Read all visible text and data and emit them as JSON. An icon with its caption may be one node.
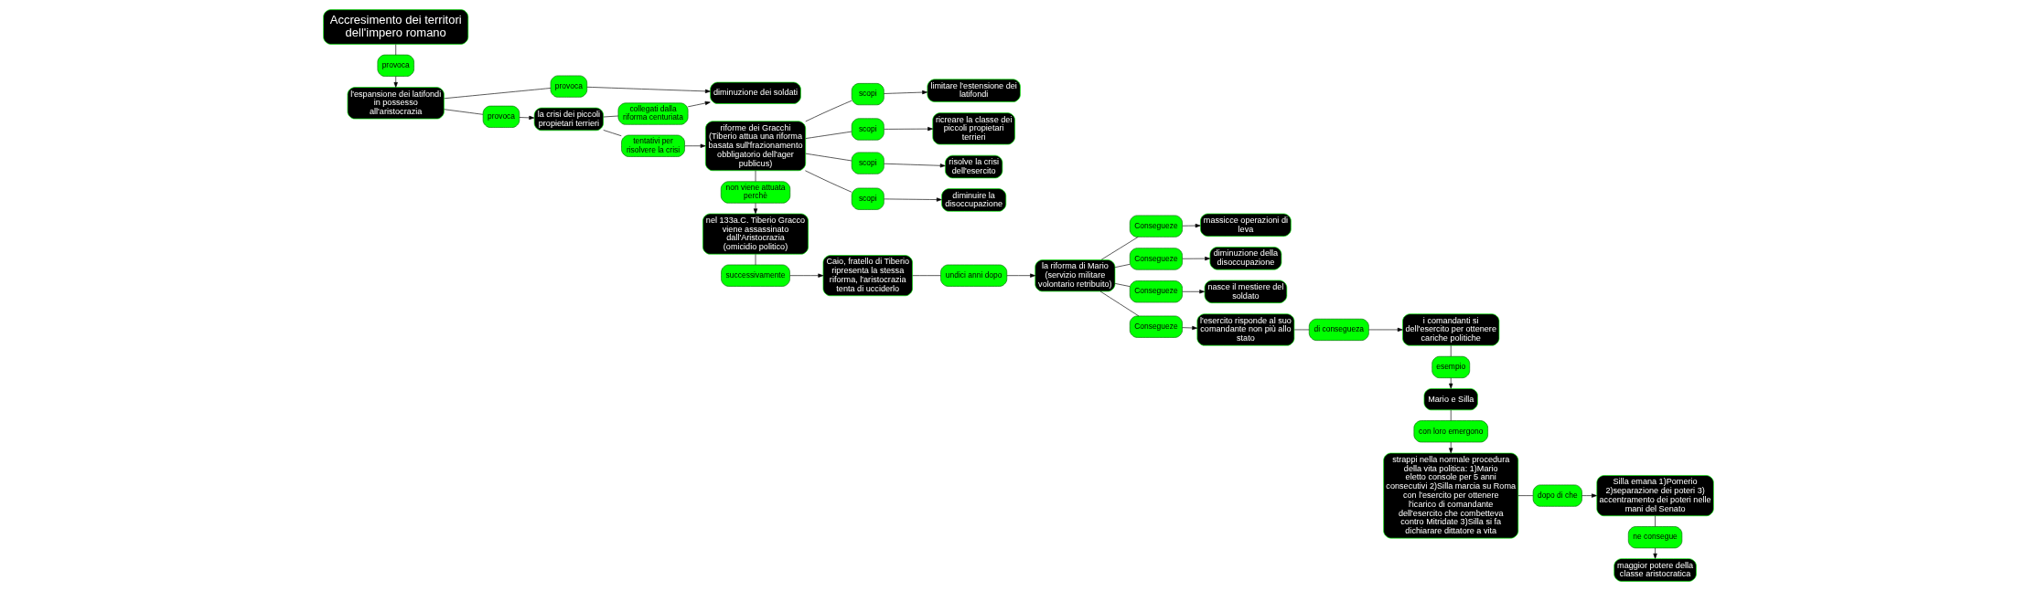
{
  "diagram": {
    "nodes": [
      {
        "text": [
          "Accresimento dei territori dell'impero romano"
        ]
      },
      {
        "text": [
          "provoca"
        ]
      },
      {
        "text": [
          "provoca"
        ]
      },
      {
        "text": [
          "diminuzione dei soldati"
        ]
      },
      {
        "text": [
          "l'espansione dei latifondi in possesso all'aristocrazia"
        ]
      },
      {
        "text": [
          "collegati dalla riforma centuriata"
        ]
      },
      {
        "text": [
          "provoca"
        ]
      },
      {
        "text": [
          "la crisi dei piccoli propietari terrieri"
        ]
      },
      {
        "text": [
          "tentativi per risolvere la crisi"
        ]
      },
      {
        "text": [
          "successivamente"
        ]
      },
      {
        "text": [
          "Caio, fratello di Tiberio ripresenta la stessa riforma, l'aristocrazia tenta di ucciderlo"
        ]
      },
      {
        "text": [
          "undici anni dopo"
        ]
      },
      {
        "text": [
          "la riforma di Mario (servizio militare volontario retribuito)"
        ]
      },
      {
        "text": [
          "nel 133a.C. Tiberio Gracco viene assassinato dall'Aristocrazia (omicidio politico)"
        ]
      },
      {
        "text": [
          "non viene attuata perchè"
        ]
      },
      {
        "text": [
          "riforme dei Gracchi (Tiberio attua una riforma basata sull'frazionamento obbligatorio dell'ager publicus)"
        ]
      },
      {
        "text": [
          "scopi"
        ]
      },
      {
        "text": [
          "limitare l'estensione dei latifondi"
        ]
      },
      {
        "text": [
          "scopi"
        ]
      },
      {
        "text": [
          "ricreare la classe dei piccoli propietari terrieri"
        ]
      },
      {
        "text": [
          "scopi"
        ]
      },
      {
        "text": [
          "risolve la crisi dell'esercito"
        ]
      },
      {
        "text": [
          "scopi"
        ]
      },
      {
        "text": [
          "diminuire la disoccupazione"
        ]
      },
      {
        "text": [
          "Consegueze"
        ]
      },
      {
        "text": [
          "massicce operazioni di leva"
        ]
      },
      {
        "text": [
          "Consegueze"
        ]
      },
      {
        "text": [
          "diminuzione della disoccupazione"
        ]
      },
      {
        "text": [
          "Consegueze"
        ]
      },
      {
        "text": [
          "nasce il mestiere del soldato"
        ]
      },
      {
        "text": [
          "Consegueze"
        ]
      },
      {
        "text": [
          "l'esercito risponde al suo comandante non più allo stato"
        ]
      },
      {
        "text": [
          "di consegueza"
        ]
      },
      {
        "text": [
          "i comandanti si dell'esercito per ottenere cariche politiche"
        ]
      },
      {
        "text": [
          "esempio"
        ]
      },
      {
        "text": [
          "Mario e Silla"
        ]
      },
      {
        "text": [
          "con loro emergono"
        ]
      },
      {
        "text": [
          "strappi nella normale procedura della vita politica: 1)Mario eletto console per 5 anni consecutivi 2)Silla marcia su Roma con l'esercito per ottenere l'icarico di comandante dell'esercito che combetteva contro Mitridate 3)Silla si fa dichiarare dittatore a vita"
        ]
      },
      {
        "text": [
          "dopo di che"
        ]
      },
      {
        "text": [
          "Silla emana 1)Pomerio 2)separazione dei poteri 3) accentramento dei poteri nelle mani del Senato"
        ]
      },
      {
        "text": [
          "ne consegue"
        ]
      },
      {
        "text": [
          "maggior potere della classe aristocratica"
        ]
      }
    ],
    "edges": [
      {
        "from": 0,
        "to": 1,
        "arrow": "none"
      },
      {
        "from": 1,
        "to": 4,
        "arrow": "to"
      },
      {
        "from": 4,
        "to": 2,
        "arrow": "none"
      },
      {
        "from": 2,
        "to": 3,
        "arrow": "to"
      },
      {
        "from": 4,
        "to": 6,
        "arrow": "none"
      },
      {
        "from": 6,
        "to": 7,
        "arrow": "to"
      },
      {
        "from": 7,
        "to": 5,
        "arrow": "none"
      },
      {
        "from": 5,
        "to": 3,
        "arrow": "to"
      },
      {
        "from": 7,
        "to": 8,
        "arrow": "none"
      },
      {
        "from": 8,
        "to": 15,
        "arrow": "to"
      },
      {
        "from": 15,
        "to": 14,
        "arrow": "none"
      },
      {
        "from": 14,
        "to": 13,
        "arrow": "to"
      },
      {
        "from": 13,
        "to": 9,
        "arrow": "none"
      },
      {
        "from": 9,
        "to": 10,
        "arrow": "to"
      },
      {
        "from": 10,
        "to": 11,
        "arrow": "none"
      },
      {
        "from": 11,
        "to": 12,
        "arrow": "to"
      },
      {
        "from": 15,
        "to": 16,
        "arrow": "none"
      },
      {
        "from": 16,
        "to": 17,
        "arrow": "to"
      },
      {
        "from": 15,
        "to": 18,
        "arrow": "none"
      },
      {
        "from": 18,
        "to": 19,
        "arrow": "to"
      },
      {
        "from": 15,
        "to": 20,
        "arrow": "none"
      },
      {
        "from": 20,
        "to": 21,
        "arrow": "to"
      },
      {
        "from": 15,
        "to": 22,
        "arrow": "none"
      },
      {
        "from": 22,
        "to": 23,
        "arrow": "to"
      },
      {
        "from": 12,
        "to": 24,
        "arrow": "none"
      },
      {
        "from": 24,
        "to": 25,
        "arrow": "to"
      },
      {
        "from": 12,
        "to": 26,
        "arrow": "none"
      },
      {
        "from": 26,
        "to": 27,
        "arrow": "to"
      },
      {
        "from": 12,
        "to": 28,
        "arrow": "none"
      },
      {
        "from": 28,
        "to": 29,
        "arrow": "to"
      },
      {
        "from": 12,
        "to": 30,
        "arrow": "none"
      },
      {
        "from": 30,
        "to": 31,
        "arrow": "to"
      },
      {
        "from": 31,
        "to": 32,
        "arrow": "none"
      },
      {
        "from": 32,
        "to": 33,
        "arrow": "to"
      },
      {
        "from": 33,
        "to": 34,
        "arrow": "none"
      },
      {
        "from": 34,
        "to": 35,
        "arrow": "to"
      },
      {
        "from": 35,
        "to": 36,
        "arrow": "none"
      },
      {
        "from": 36,
        "to": 37,
        "arrow": "to"
      },
      {
        "from": 37,
        "to": 38,
        "arrow": "none"
      },
      {
        "from": 38,
        "to": 39,
        "arrow": "to"
      },
      {
        "from": 39,
        "to": 40,
        "arrow": "none"
      },
      {
        "from": 40,
        "to": 41,
        "arrow": "to"
      }
    ]
  }
}
